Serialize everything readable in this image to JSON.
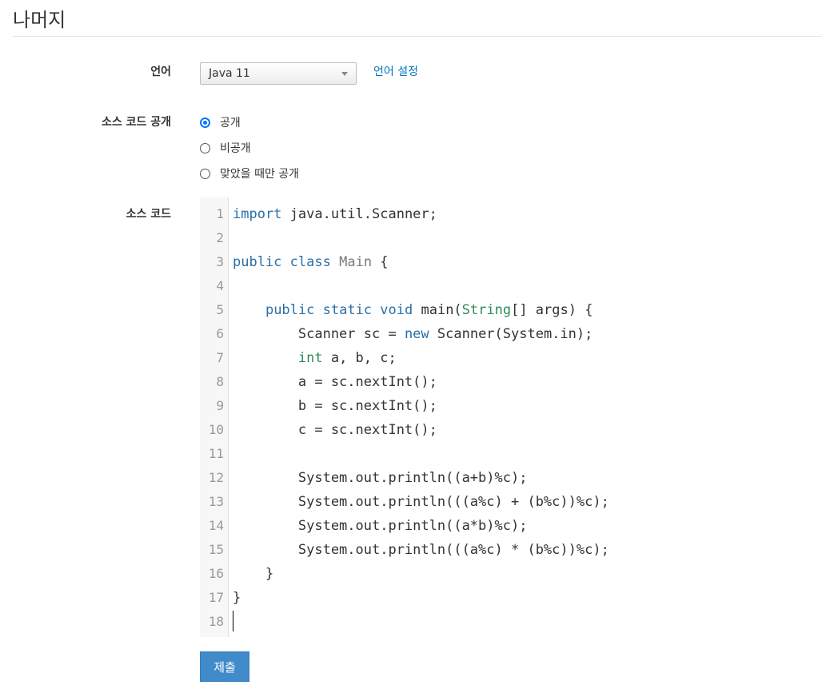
{
  "page": {
    "title": "나머지"
  },
  "form": {
    "language_label": "언어",
    "language_value": "Java 11",
    "language_settings_link": "언어 설정",
    "visibility_label": "소스 코드 공개",
    "visibility_options": [
      {
        "label": "공개",
        "checked": true
      },
      {
        "label": "비공개",
        "checked": false
      },
      {
        "label": "맞았을 때만 공개",
        "checked": false
      }
    ],
    "source_label": "소스 코드",
    "submit_label": "제출"
  },
  "editor": {
    "line_numbers": [
      "1",
      "2",
      "3",
      "4",
      "5",
      "6",
      "7",
      "8",
      "9",
      "10",
      "11",
      "12",
      "13",
      "14",
      "15",
      "16",
      "17",
      "18"
    ],
    "lines": [
      [
        {
          "t": "import",
          "c": "kw"
        },
        {
          "t": " java.util.Scanner;"
        }
      ],
      [],
      [
        {
          "t": "public",
          "c": "kw"
        },
        {
          "t": " "
        },
        {
          "t": "class",
          "c": "kw"
        },
        {
          "t": " "
        },
        {
          "t": "Main",
          "c": "cls"
        },
        {
          "t": " {"
        }
      ],
      [],
      [
        {
          "t": "    "
        },
        {
          "t": "public",
          "c": "kw"
        },
        {
          "t": " "
        },
        {
          "t": "static",
          "c": "kw"
        },
        {
          "t": " "
        },
        {
          "t": "void",
          "c": "kw"
        },
        {
          "t": " main("
        },
        {
          "t": "String",
          "c": "ty"
        },
        {
          "t": "[] args) {"
        }
      ],
      [
        {
          "t": "        Scanner sc = "
        },
        {
          "t": "new",
          "c": "kw"
        },
        {
          "t": " Scanner(System.in);"
        }
      ],
      [
        {
          "t": "        "
        },
        {
          "t": "int",
          "c": "ty"
        },
        {
          "t": " a, b, c;"
        }
      ],
      [
        {
          "t": "        a = sc.nextInt();"
        }
      ],
      [
        {
          "t": "        b = sc.nextInt();"
        }
      ],
      [
        {
          "t": "        c = sc.nextInt();"
        }
      ],
      [],
      [
        {
          "t": "        System.out.println((a+b)%c);"
        }
      ],
      [
        {
          "t": "        System.out.println(((a%c) + (b%c))%c);"
        }
      ],
      [
        {
          "t": "        System.out.println((a*b)%c);"
        }
      ],
      [
        {
          "t": "        System.out.println(((a%c) * (b%c))%c);"
        }
      ],
      [
        {
          "t": "    }"
        }
      ],
      [
        {
          "t": "}"
        }
      ],
      []
    ]
  }
}
